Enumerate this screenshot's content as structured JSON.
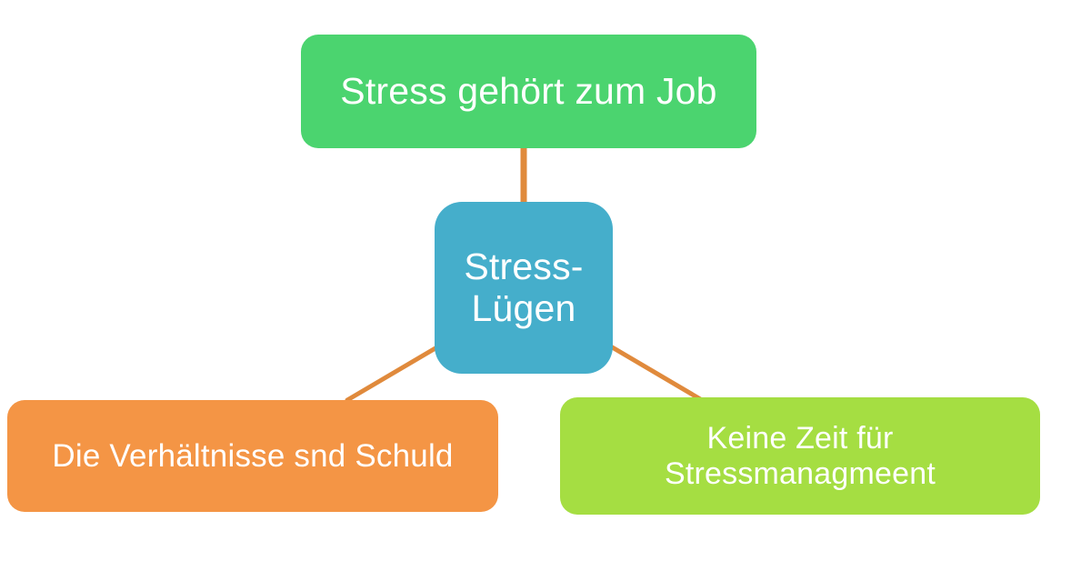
{
  "diagram": {
    "title": "Stress-Lügen",
    "background_color": "#FFFFFF",
    "connector_color": "#E08A3C",
    "nodes": {
      "top": {
        "label": "Stress gehört zum Job",
        "color": "#4BD46F",
        "text_color": "#FFFFFF"
      },
      "center": {
        "label": "Stress-\nLügen",
        "color": "#45AECB",
        "text_color": "#FFFFFF"
      },
      "left": {
        "label": "Die Verhältnisse snd Schuld",
        "color": "#F49545",
        "text_color": "#FFFFFF"
      },
      "right": {
        "label": "Keine Zeit für\nStressmanagmeent",
        "color": "#A5DE42",
        "text_color": "#FFFFFF"
      }
    },
    "connectors": [
      {
        "name": "center-to-top",
        "from": "center",
        "to": "top"
      },
      {
        "name": "center-to-left",
        "from": "center",
        "to": "left"
      },
      {
        "name": "center-to-right",
        "from": "center",
        "to": "right"
      }
    ]
  }
}
